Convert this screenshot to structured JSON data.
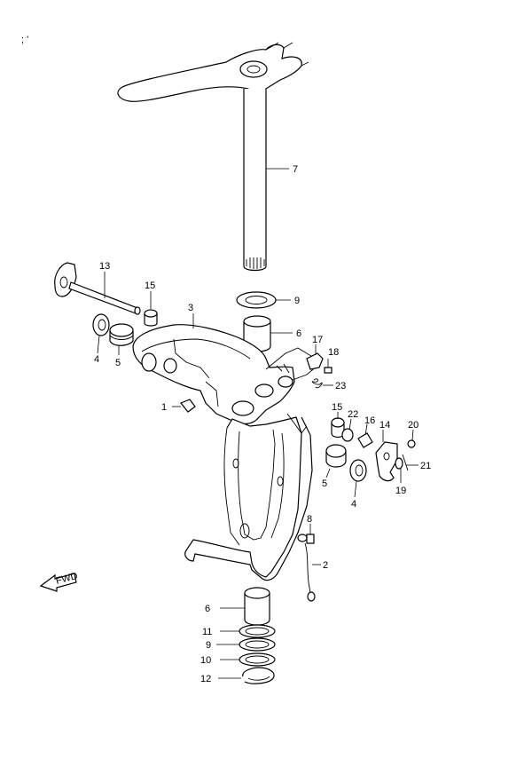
{
  "callouts": {
    "c1": "1",
    "c2": "2",
    "c3": "3",
    "c4a": "4",
    "c4b": "4",
    "c5a": "5",
    "c5b": "5",
    "c6a": "6",
    "c6b": "6",
    "c7": "7",
    "c8": "8",
    "c9a": "9",
    "c9b": "9",
    "c10": "10",
    "c11": "11",
    "c12": "12",
    "c13": "13",
    "c14": "14",
    "c15a": "15",
    "c15b": "15",
    "c16": "16",
    "c17": "17",
    "c18": "18",
    "c19": "19",
    "c20": "20",
    "c21": "21",
    "c22": "22",
    "c23": "23"
  },
  "fwd_label": "FWD",
  "corner_mark": "; '"
}
